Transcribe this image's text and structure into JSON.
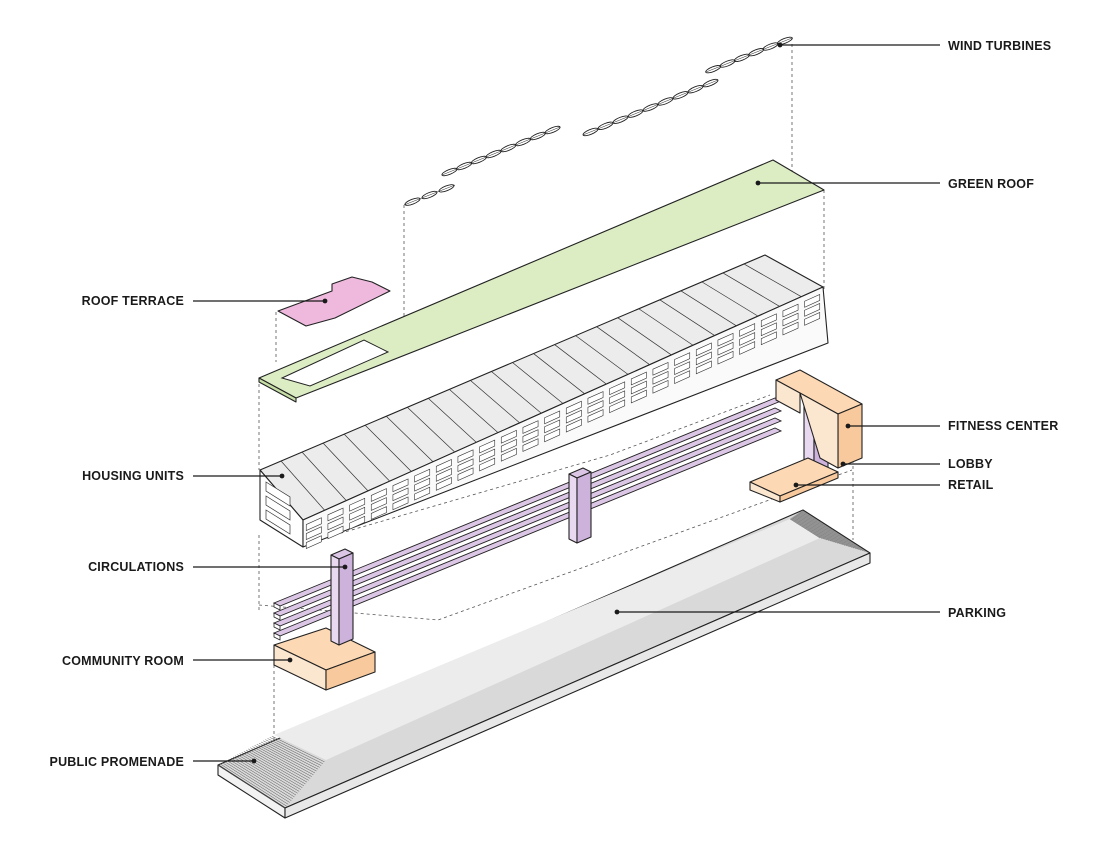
{
  "labels": {
    "wind_turbines": "WIND TURBINES",
    "green_roof": "GREEN ROOF",
    "roof_terrace": "ROOF TERRACE",
    "housing_units": "HOUSING UNITS",
    "fitness_center": "FITNESS CENTER",
    "lobby": "LOBBY",
    "retail": "RETAIL",
    "circulations": "CIRCULATIONS",
    "parking": "PARKING",
    "community_room": "COMMUNITY ROOM",
    "public_promenade": "PUBLIC PROMENADE"
  },
  "colors": {
    "green_roof": "#dcedc4",
    "roof_terrace": "#eeb9dd",
    "circulation": "#dcc6e6",
    "amenity": "#fcd8b4",
    "parking": "#d9d9d9",
    "housing_top": "#ececec",
    "housing_side": "#ffffff"
  }
}
